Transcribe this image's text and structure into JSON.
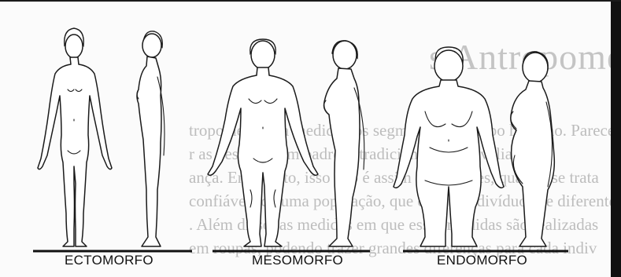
{
  "figure": {
    "background_text": {
      "title": "s Antropometria: medidas e avalia",
      "lines": [
        "tropometria é a medida dos segmentos do corpo humano. Parece",
        "r as pessoas com padrões tradicionais para avaliar a",
        "ança. Entretanto, isso não é assim tão simples, quando se trata",
        "confiáveis de uma população, que consta indivíduos de diferentes",
        ". Além disso, as medidas em que essas medidas são realizadas",
        "em roupas, podendo trazer grandes diferenças para cada indiv"
      ]
    },
    "somatotypes": [
      {
        "label": "ECTOMORFO"
      },
      {
        "label": "MESOMORFO"
      },
      {
        "label": "ENDOMORFO"
      }
    ]
  }
}
